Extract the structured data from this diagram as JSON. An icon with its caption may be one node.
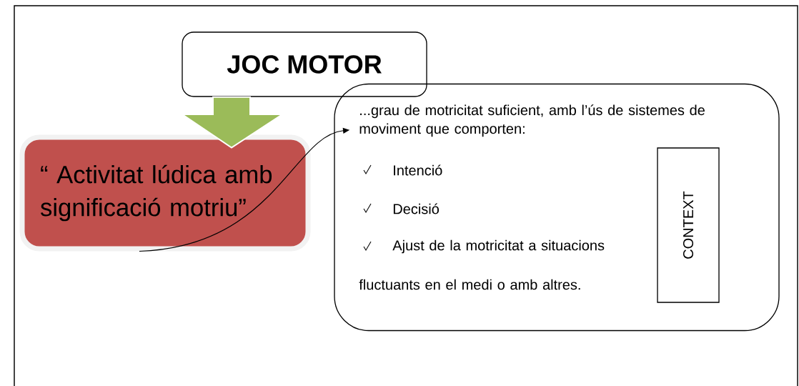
{
  "diagram": {
    "nodes": [
      {
        "text": [
          "JOC MOTOR"
        ]
      },
      {
        "text": [
          "“ Activitat lúdica amb significació motriu”"
        ]
      },
      {
        "text": [
          "...grau de motricitat suficient, amb l’ús de sistemes de moviment que comporten:",
          "Intenció",
          "Decisió",
          "Ajust de la motricitat a situacions",
          "fluctuants en el medi o amb altres."
        ]
      },
      {
        "text": [
          "CONTEXT"
        ],
        "in": 2
      }
    ],
    "edges": [
      {
        "from": 0,
        "to": 1,
        "arrow": "to",
        "style": "thick",
        "color": "#9bbb59"
      },
      {
        "from": 1,
        "to": 2,
        "arrow": "to",
        "color": "#000000"
      }
    ]
  }
}
